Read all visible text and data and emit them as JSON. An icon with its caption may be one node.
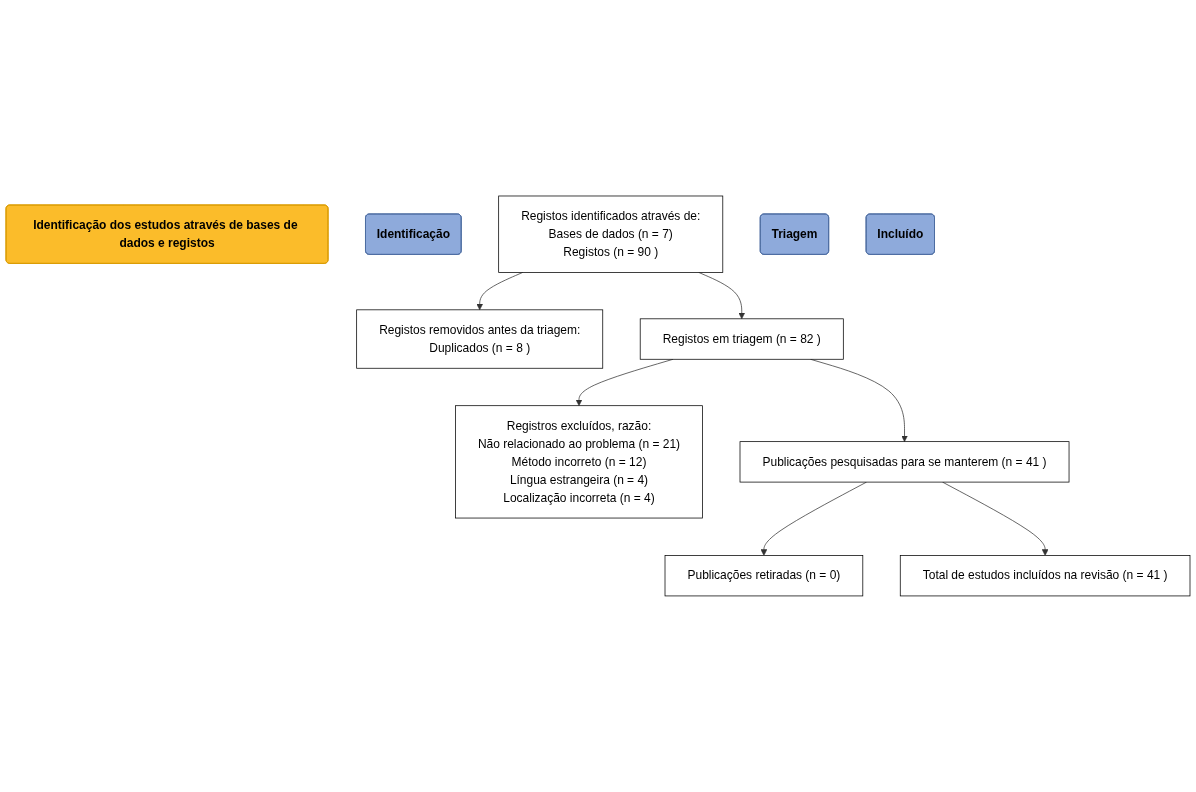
{
  "diagram": {
    "nodes": [
      {
        "text": [
          "Identificação dos estudos através de bases de dados e registos"
        ]
      },
      {
        "text": [
          "Identificação"
        ]
      },
      {
        "text": [
          "Registos identificados através de:",
          "Bases de dados (n = 7)",
          "Registos (n = 90 )"
        ]
      },
      {
        "text": [
          "Registos removidos antes da triagem:",
          "Duplicados (n = 8 )"
        ]
      },
      {
        "text": [
          "Triagem"
        ]
      },
      {
        "text": [
          "Registos em triagem (n = 82 )"
        ]
      },
      {
        "text": [
          "Registros excluídos, razão:",
          "Não relacionado ao problema (n = 21)",
          "Método incorreto (n = 12)",
          "Língua estrangeira (n = 4)",
          "Localização incorreta (n = 4)"
        ]
      },
      {
        "text": [
          "Publicações pesquisadas para se manterem (n = 41 )"
        ]
      },
      {
        "text": [
          "Publicações retiradas (n = 0)"
        ]
      },
      {
        "text": [
          "Incluído"
        ]
      },
      {
        "text": [
          "Total de estudos incluídos na revisão (n = 41 )"
        ]
      }
    ],
    "edges": [
      {
        "from": 2,
        "to": 3,
        "arrow": "to"
      },
      {
        "from": 2,
        "to": 5,
        "arrow": "to"
      },
      {
        "from": 5,
        "to": 6,
        "arrow": "to"
      },
      {
        "from": 5,
        "to": 7,
        "arrow": "to"
      },
      {
        "from": 7,
        "to": 8,
        "arrow": "to"
      },
      {
        "from": 7,
        "to": 10,
        "arrow": "to"
      }
    ]
  }
}
